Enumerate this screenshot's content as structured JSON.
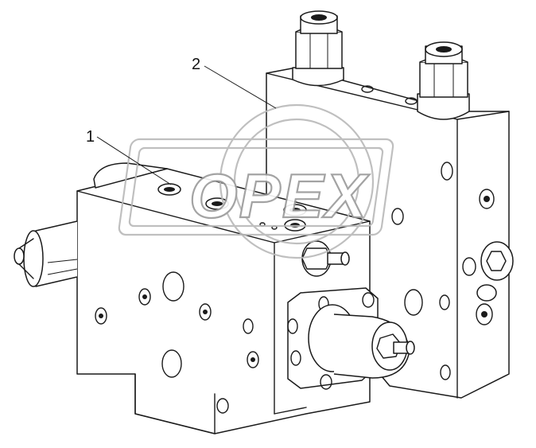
{
  "callouts": [
    {
      "id": "callout-1",
      "label": "1"
    },
    {
      "id": "callout-2",
      "label": "2"
    }
  ],
  "watermark": {
    "text": "OPEX"
  },
  "colors": {
    "line": "#1a1a1a",
    "watermark": "#9a9a9a",
    "background": "#ffffff"
  }
}
